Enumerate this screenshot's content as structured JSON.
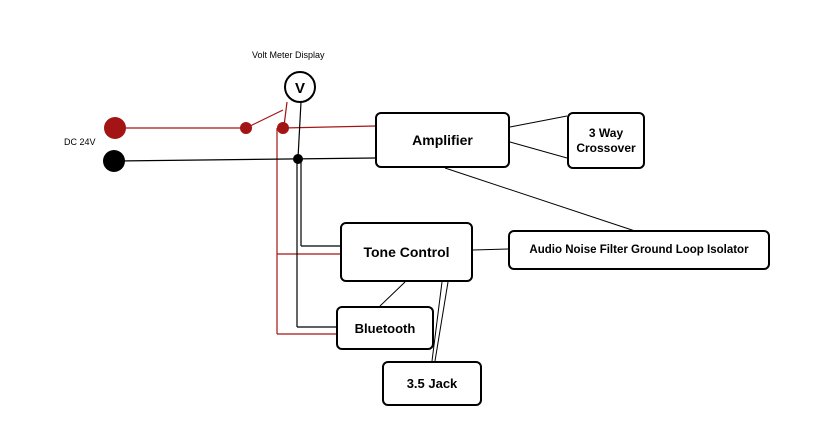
{
  "labels": {
    "voltmeter_caption": "Volt Meter Display",
    "voltmeter_symbol": "V",
    "power_source": "DC 24V"
  },
  "blocks": {
    "amplifier": "Amplifier",
    "crossover_line1": "3 Way",
    "crossover_line2": "Crossover",
    "tone_control": "Tone Control",
    "noise_filter": "Audio Noise Filter Ground Loop Isolator",
    "bluetooth": "Bluetooth",
    "jack": "3.5 Jack"
  },
  "colors": {
    "positive": "#a31515",
    "negative": "#000000",
    "signal": "#000000"
  }
}
